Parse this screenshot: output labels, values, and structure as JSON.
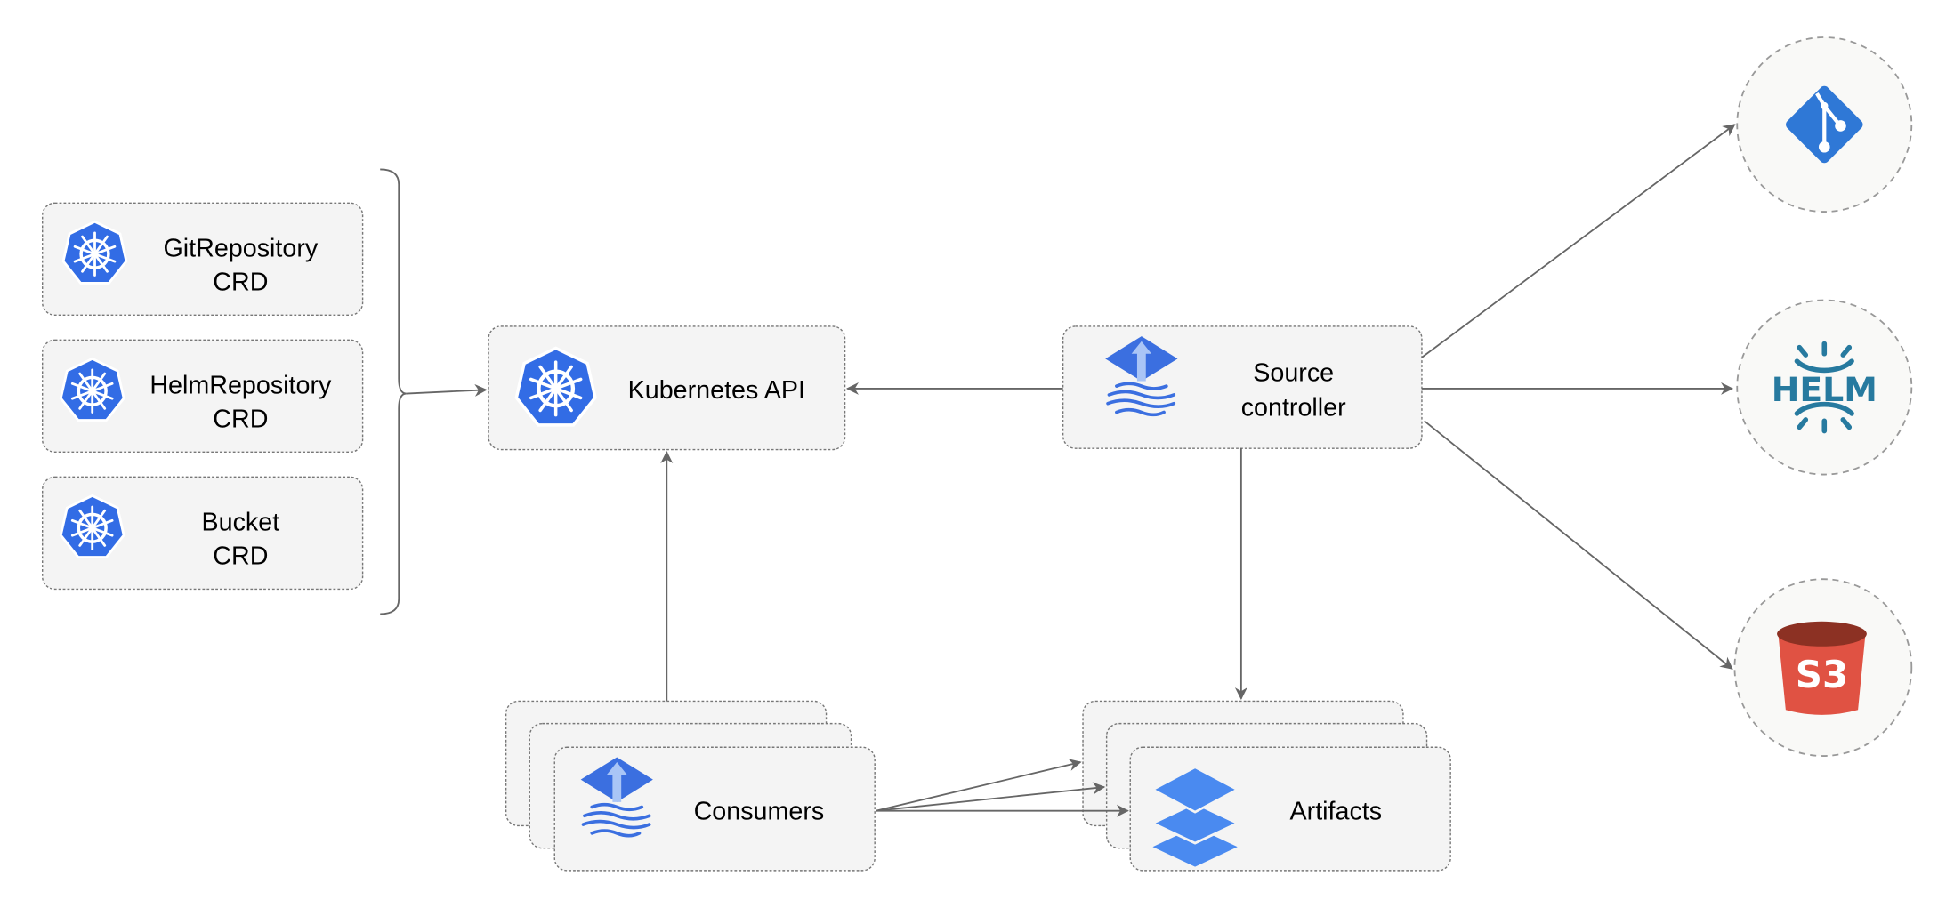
{
  "crds": [
    {
      "line1": "GitRepository",
      "line2": "CRD"
    },
    {
      "line1": "HelmRepository",
      "line2": "CRD"
    },
    {
      "line1": "Bucket",
      "line2": "CRD"
    }
  ],
  "kubernetes_api": {
    "label": "Kubernetes API"
  },
  "source_controller": {
    "line1": "Source",
    "line2": "controller"
  },
  "consumers": {
    "label": "Consumers"
  },
  "artifacts": {
    "label": "Artifacts"
  },
  "sources": {
    "git": {
      "icon": "git-icon"
    },
    "helm": {
      "icon": "helm-icon",
      "logo_text": "HELM"
    },
    "s3": {
      "icon": "s3-bucket-icon",
      "logo_text": "S3"
    }
  },
  "colors": {
    "kubernetes_blue": "#326ce5",
    "flux_blue": "#3b6fe0",
    "git_blue": "#2f78d6",
    "helm_teal": "#277a9f",
    "s3_red": "#e05243",
    "s3_dark": "#8c3123",
    "artifacts_blue": "#4a8af0"
  }
}
